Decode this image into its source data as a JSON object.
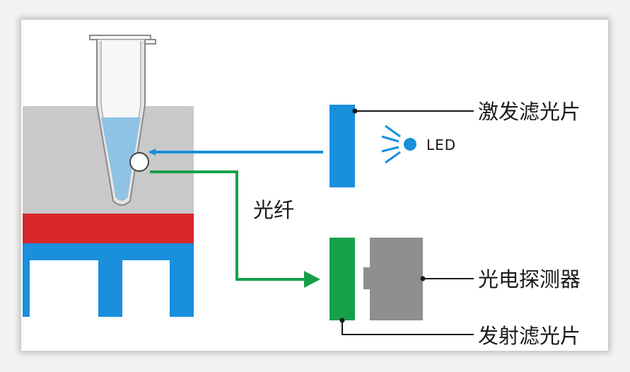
{
  "labels": {
    "excitation_filter": "激发滤光片",
    "led": "LED",
    "optical_fiber": "光纤",
    "photodetector": "光电探测器",
    "emission_filter": "发射滤光片"
  },
  "colors": {
    "block_gray": "#c9c9c9",
    "heater_red": "#d9262b",
    "base_blue": "#1a8fdc",
    "excitation_blue": "#1a8fdc",
    "emission_green": "#16a04a",
    "detector_gray": "#8f8f8f",
    "liquid_blue": "#8ec3e6"
  }
}
